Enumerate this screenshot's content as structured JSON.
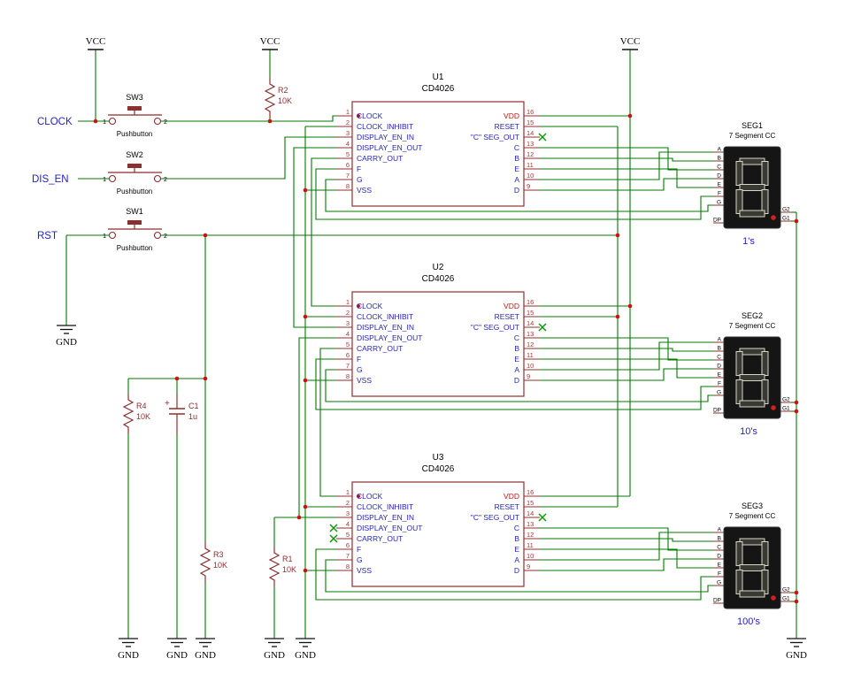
{
  "schematic": {
    "power": {
      "vcc": "VCC",
      "gnd": "GND"
    },
    "nets": [
      {
        "label": "CLOCK"
      },
      {
        "label": "DIS_EN"
      },
      {
        "label": "RST"
      }
    ],
    "switches": [
      {
        "ref": "SW3",
        "type": "Pushbutton",
        "pin1": "1",
        "pin2": "2"
      },
      {
        "ref": "SW2",
        "type": "Pushbutton",
        "pin1": "1",
        "pin2": "2"
      },
      {
        "ref": "SW1",
        "type": "Pushbutton",
        "pin1": "1",
        "pin2": "2"
      }
    ],
    "resistors": [
      {
        "ref": "R2",
        "value": "10K"
      },
      {
        "ref": "R4",
        "value": "10K"
      },
      {
        "ref": "R3",
        "value": "10K"
      },
      {
        "ref": "R1",
        "value": "10K"
      }
    ],
    "capacitors": [
      {
        "ref": "C1",
        "value": "1u",
        "polarity": "+"
      }
    ],
    "ics": [
      {
        "ref": "U1",
        "part": "CD4026",
        "pins_left": [
          {
            "num": "1",
            "label": "CLOCK"
          },
          {
            "num": "2",
            "label": "CLOCK_INHIBIT"
          },
          {
            "num": "3",
            "label": "DISPLAY_EN_IN"
          },
          {
            "num": "4",
            "label": "DISPLAY_EN_OUT"
          },
          {
            "num": "5",
            "label": "CARRY_OUT"
          },
          {
            "num": "6",
            "label": "F"
          },
          {
            "num": "7",
            "label": "G"
          },
          {
            "num": "8",
            "label": "VSS"
          }
        ],
        "pins_right": [
          {
            "num": "16",
            "label": "VDD"
          },
          {
            "num": "15",
            "label": "RESET"
          },
          {
            "num": "14",
            "label": "\"C\" SEG_OUT"
          },
          {
            "num": "13",
            "label": "C"
          },
          {
            "num": "12",
            "label": "B"
          },
          {
            "num": "11",
            "label": "E"
          },
          {
            "num": "10",
            "label": "A"
          },
          {
            "num": "9",
            "label": "D"
          }
        ]
      },
      {
        "ref": "U2",
        "part": "CD4026",
        "pins_left": [
          {
            "num": "1",
            "label": "CLOCK"
          },
          {
            "num": "2",
            "label": "CLOCK_INHIBIT"
          },
          {
            "num": "3",
            "label": "DISPLAY_EN_IN"
          },
          {
            "num": "4",
            "label": "DISPLAY_EN_OUT"
          },
          {
            "num": "5",
            "label": "CARRY_OUT"
          },
          {
            "num": "6",
            "label": "F"
          },
          {
            "num": "7",
            "label": "G"
          },
          {
            "num": "8",
            "label": "VSS"
          }
        ],
        "pins_right": [
          {
            "num": "16",
            "label": "VDD"
          },
          {
            "num": "15",
            "label": "RESET"
          },
          {
            "num": "14",
            "label": "\"C\" SEG_OUT"
          },
          {
            "num": "13",
            "label": "C"
          },
          {
            "num": "12",
            "label": "B"
          },
          {
            "num": "11",
            "label": "E"
          },
          {
            "num": "10",
            "label": "A"
          },
          {
            "num": "9",
            "label": "D"
          }
        ]
      },
      {
        "ref": "U3",
        "part": "CD4026",
        "pins_left": [
          {
            "num": "1",
            "label": "CLOCK"
          },
          {
            "num": "2",
            "label": "CLOCK_INHIBIT"
          },
          {
            "num": "3",
            "label": "DISPLAY_EN_IN"
          },
          {
            "num": "4",
            "label": "DISPLAY_EN_OUT"
          },
          {
            "num": "5",
            "label": "C ARRY_OUT"
          },
          {
            "num": "6",
            "label": "F"
          },
          {
            "num": "7",
            "label": "G"
          },
          {
            "num": "8",
            "label": "VSS"
          }
        ],
        "pins_right": [
          {
            "num": "16",
            "label": "VDD"
          },
          {
            "num": "15",
            "label": "RESET"
          },
          {
            "num": "14",
            "label": "\"C\" SEG_OUT"
          },
          {
            "num": "13",
            "label": "C"
          },
          {
            "num": "12",
            "label": "B"
          },
          {
            "num": "11",
            "label": "E"
          },
          {
            "num": "10",
            "label": "A"
          },
          {
            "num": "9",
            "label": "D"
          }
        ]
      }
    ],
    "displays": [
      {
        "ref": "SEG1",
        "type": "7 Segment CC",
        "digit": "1's",
        "pins_left": [
          "A",
          "B",
          "C",
          "D",
          "E",
          "F",
          "G",
          "DP"
        ],
        "pins_right": [
          "G2",
          "G1"
        ]
      },
      {
        "ref": "SEG2",
        "type": "7 Segment CC",
        "digit": "10's",
        "pins_left": [
          "A",
          "B",
          "C",
          "D",
          "E",
          "F",
          "G",
          "DP"
        ],
        "pins_right": [
          "G2",
          "G1"
        ]
      },
      {
        "ref": "SEG3",
        "type": "7 Segment CC",
        "digit": "100's",
        "pins_left": [
          "A",
          "B",
          "C",
          "D",
          "E",
          "F",
          "G",
          "DP"
        ],
        "pins_right": [
          "G2",
          "G1"
        ]
      }
    ],
    "colors": {
      "wire": "#007a00",
      "junction": "#cc1111",
      "symbol": "#8b2f2f",
      "pin_number": "#b23333",
      "pin_label": "#2424bb",
      "vdd": "#cc1111",
      "net_label": "#2222cc",
      "no_connect": "#009900"
    }
  }
}
